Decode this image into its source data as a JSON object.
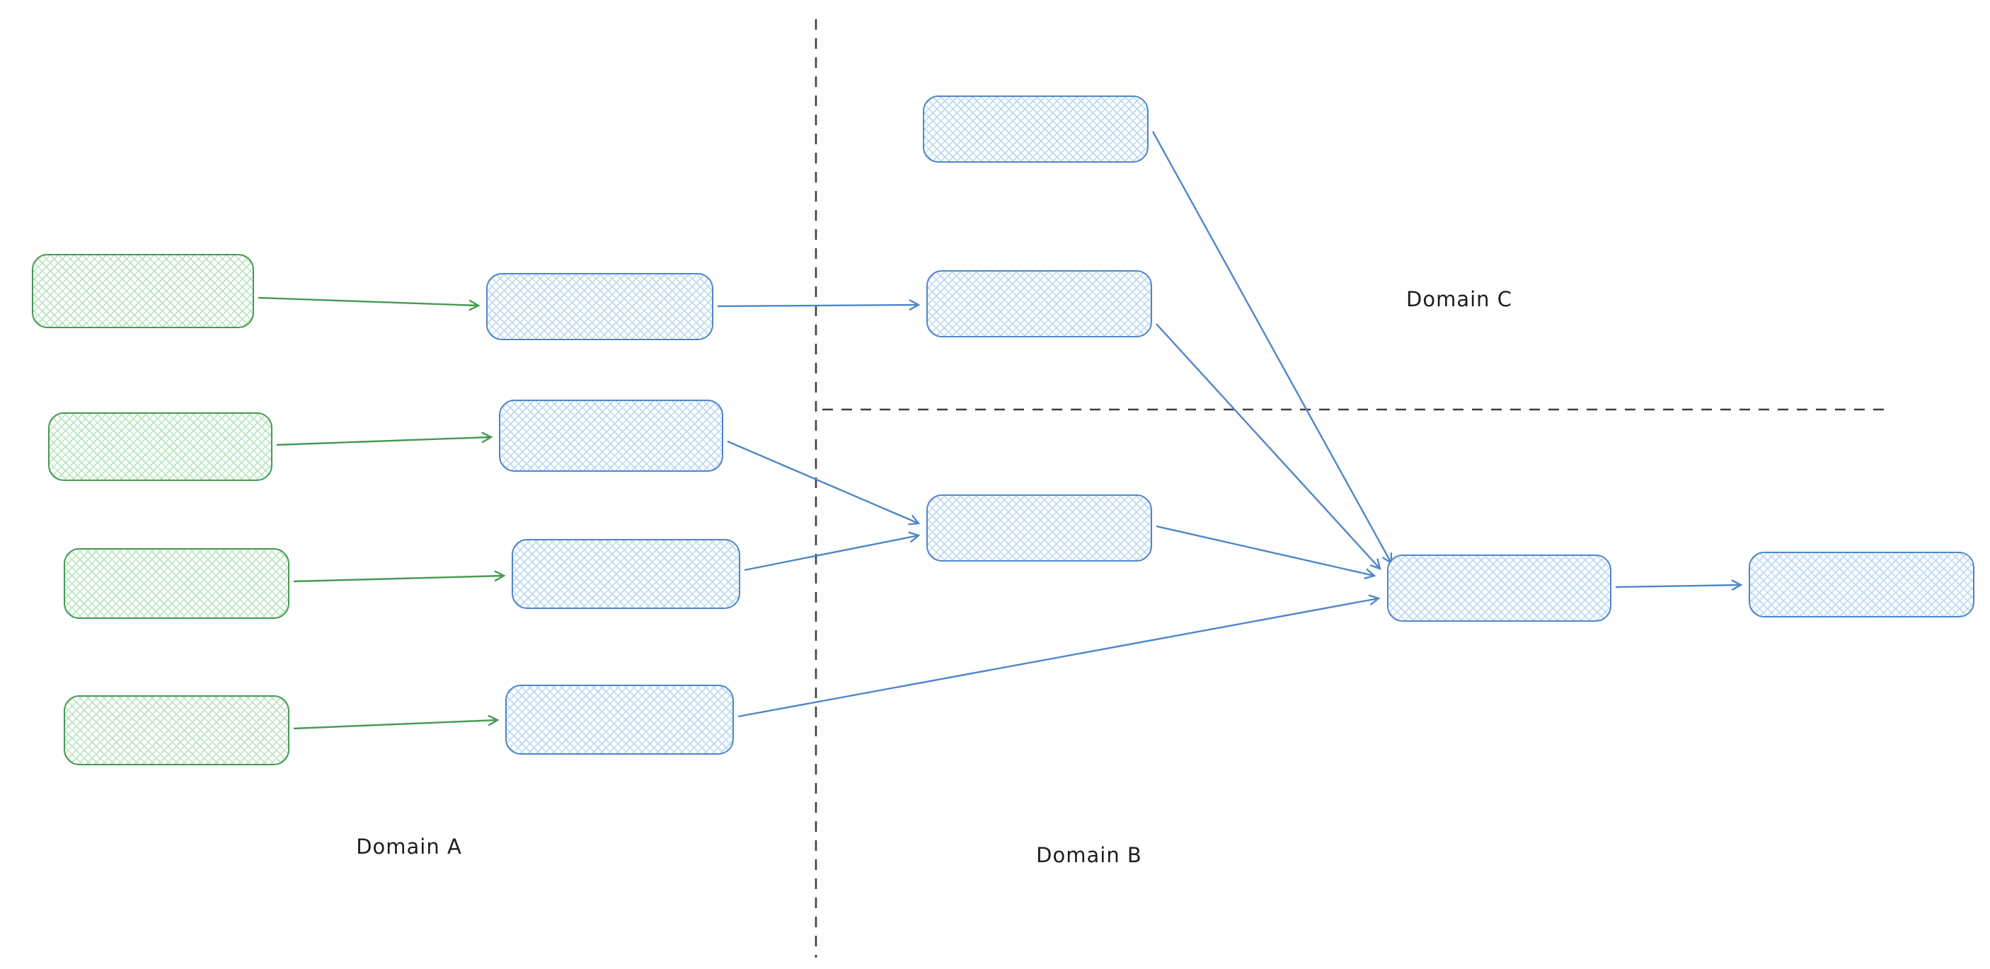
{
  "diagram": {
    "labels": {
      "domain_a": "Domain A",
      "domain_b": "Domain B",
      "domain_c": "Domain C"
    },
    "colors": {
      "background": "#ffffff",
      "green_stroke": "#459a52",
      "green_fill": "#b7e4bc",
      "blue_stroke": "#4e86c9",
      "blue_fill": "#b9d7f2",
      "divider": "#3f3f3f",
      "label_text": "#1d1d1d"
    },
    "nodes": [
      {
        "id": "green-1",
        "domain": "A",
        "style": "green",
        "text": ""
      },
      {
        "id": "green-2",
        "domain": "A",
        "style": "green",
        "text": ""
      },
      {
        "id": "green-3",
        "domain": "A",
        "style": "green",
        "text": ""
      },
      {
        "id": "green-4",
        "domain": "A",
        "style": "green",
        "text": ""
      },
      {
        "id": "blue-a1",
        "domain": "A",
        "style": "blue",
        "text": ""
      },
      {
        "id": "blue-a2",
        "domain": "A",
        "style": "blue",
        "text": ""
      },
      {
        "id": "blue-a3",
        "domain": "A",
        "style": "blue",
        "text": ""
      },
      {
        "id": "blue-a4",
        "domain": "A",
        "style": "blue",
        "text": ""
      },
      {
        "id": "blue-c1",
        "domain": "C",
        "style": "blue",
        "text": ""
      },
      {
        "id": "blue-c2",
        "domain": "C",
        "style": "blue",
        "text": ""
      },
      {
        "id": "blue-b1",
        "domain": "B",
        "style": "blue",
        "text": ""
      },
      {
        "id": "blue-hub",
        "domain": "B",
        "style": "blue",
        "text": ""
      },
      {
        "id": "blue-end",
        "domain": "B",
        "style": "blue",
        "text": ""
      }
    ],
    "edges": [
      {
        "id": "edge-green1-bluea1",
        "from": "green-1",
        "to": "blue-a1",
        "color": "green"
      },
      {
        "id": "edge-green2-bluea2",
        "from": "green-2",
        "to": "blue-a2",
        "color": "green"
      },
      {
        "id": "edge-green3-bluea3",
        "from": "green-3",
        "to": "blue-a3",
        "color": "green"
      },
      {
        "id": "edge-green4-bluea4",
        "from": "green-4",
        "to": "blue-a4",
        "color": "green"
      },
      {
        "id": "edge-bluea1-bluec2",
        "from": "blue-a1",
        "to": "blue-c2",
        "color": "blue"
      },
      {
        "id": "edge-bluea2-blueb1",
        "from": "blue-a2",
        "to": "blue-b1",
        "color": "blue"
      },
      {
        "id": "edge-bluea3-blueb1",
        "from": "blue-a3",
        "to": "blue-b1",
        "color": "blue"
      },
      {
        "id": "edge-bluea4-bluehub",
        "from": "blue-a4",
        "to": "blue-hub",
        "color": "blue"
      },
      {
        "id": "edge-bluec1-bluehub",
        "from": "blue-c1",
        "to": "blue-hub",
        "color": "blue"
      },
      {
        "id": "edge-bluec2-bluehub",
        "from": "blue-c2",
        "to": "blue-hub",
        "color": "blue"
      },
      {
        "id": "edge-blueb1-bluehub",
        "from": "blue-b1",
        "to": "blue-hub",
        "color": "blue"
      },
      {
        "id": "edge-bluehub-blueend",
        "from": "blue-hub",
        "to": "blue-end",
        "color": "blue"
      }
    ],
    "dividers": [
      {
        "id": "divider-vertical",
        "orientation": "vertical",
        "separates": "Domain A | Domain B/C"
      },
      {
        "id": "divider-horizontal",
        "orientation": "horizontal",
        "separates": "Domain C | Domain B"
      }
    ]
  }
}
